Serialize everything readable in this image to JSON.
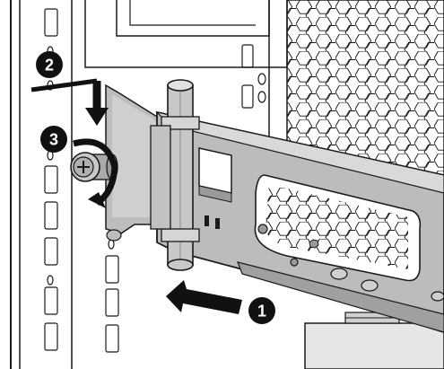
{
  "steps": [
    {
      "number": "1"
    },
    {
      "number": "2"
    },
    {
      "number": "3"
    }
  ],
  "colors": {
    "background": "#ffffff",
    "line": "#1a1a1a",
    "metal": "#b8b8b8",
    "metal_dark": "#8c8c8c",
    "metal_light": "#d9d9d9",
    "callout": "#111111"
  },
  "icons": {
    "arrow_push": "arrow-right-icon",
    "arrow_down": "arrow-down-icon",
    "rotate": "rotate-clockwise-icon",
    "thumbscrew": "thumbscrew-icon"
  }
}
